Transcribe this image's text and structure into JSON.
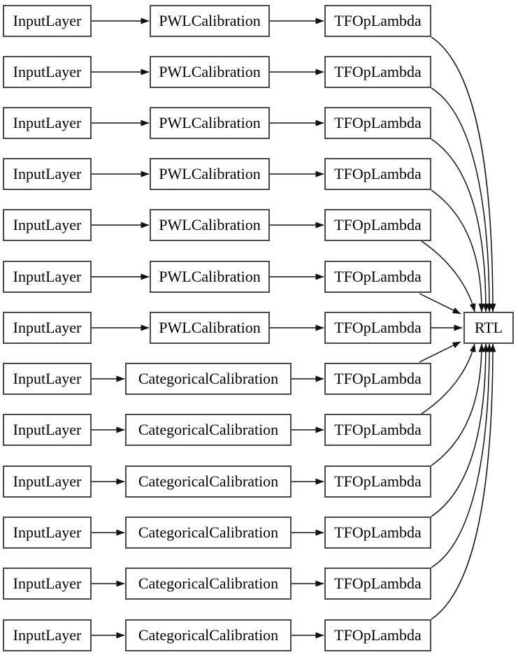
{
  "colors": {
    "background": "#ffffff",
    "node_border": "#4a4a4a",
    "edge": "#111111",
    "text": "#000000"
  },
  "nodes": {
    "rows": [
      {
        "input": "InputLayer",
        "calibration": "PWLCalibration",
        "calibration_type": "pwl",
        "lambda": "TFOpLambda"
      },
      {
        "input": "InputLayer",
        "calibration": "PWLCalibration",
        "calibration_type": "pwl",
        "lambda": "TFOpLambda"
      },
      {
        "input": "InputLayer",
        "calibration": "PWLCalibration",
        "calibration_type": "pwl",
        "lambda": "TFOpLambda"
      },
      {
        "input": "InputLayer",
        "calibration": "PWLCalibration",
        "calibration_type": "pwl",
        "lambda": "TFOpLambda"
      },
      {
        "input": "InputLayer",
        "calibration": "PWLCalibration",
        "calibration_type": "pwl",
        "lambda": "TFOpLambda"
      },
      {
        "input": "InputLayer",
        "calibration": "PWLCalibration",
        "calibration_type": "pwl",
        "lambda": "TFOpLambda"
      },
      {
        "input": "InputLayer",
        "calibration": "PWLCalibration",
        "calibration_type": "pwl",
        "lambda": "TFOpLambda"
      },
      {
        "input": "InputLayer",
        "calibration": "CategoricalCalibration",
        "calibration_type": "categorical",
        "lambda": "TFOpLambda"
      },
      {
        "input": "InputLayer",
        "calibration": "CategoricalCalibration",
        "calibration_type": "categorical",
        "lambda": "TFOpLambda"
      },
      {
        "input": "InputLayer",
        "calibration": "CategoricalCalibration",
        "calibration_type": "categorical",
        "lambda": "TFOpLambda"
      },
      {
        "input": "InputLayer",
        "calibration": "CategoricalCalibration",
        "calibration_type": "categorical",
        "lambda": "TFOpLambda"
      },
      {
        "input": "InputLayer",
        "calibration": "CategoricalCalibration",
        "calibration_type": "categorical",
        "lambda": "TFOpLambda"
      },
      {
        "input": "InputLayer",
        "calibration": "CategoricalCalibration",
        "calibration_type": "categorical",
        "lambda": "TFOpLambda"
      }
    ],
    "output": {
      "label": "RTL"
    }
  }
}
